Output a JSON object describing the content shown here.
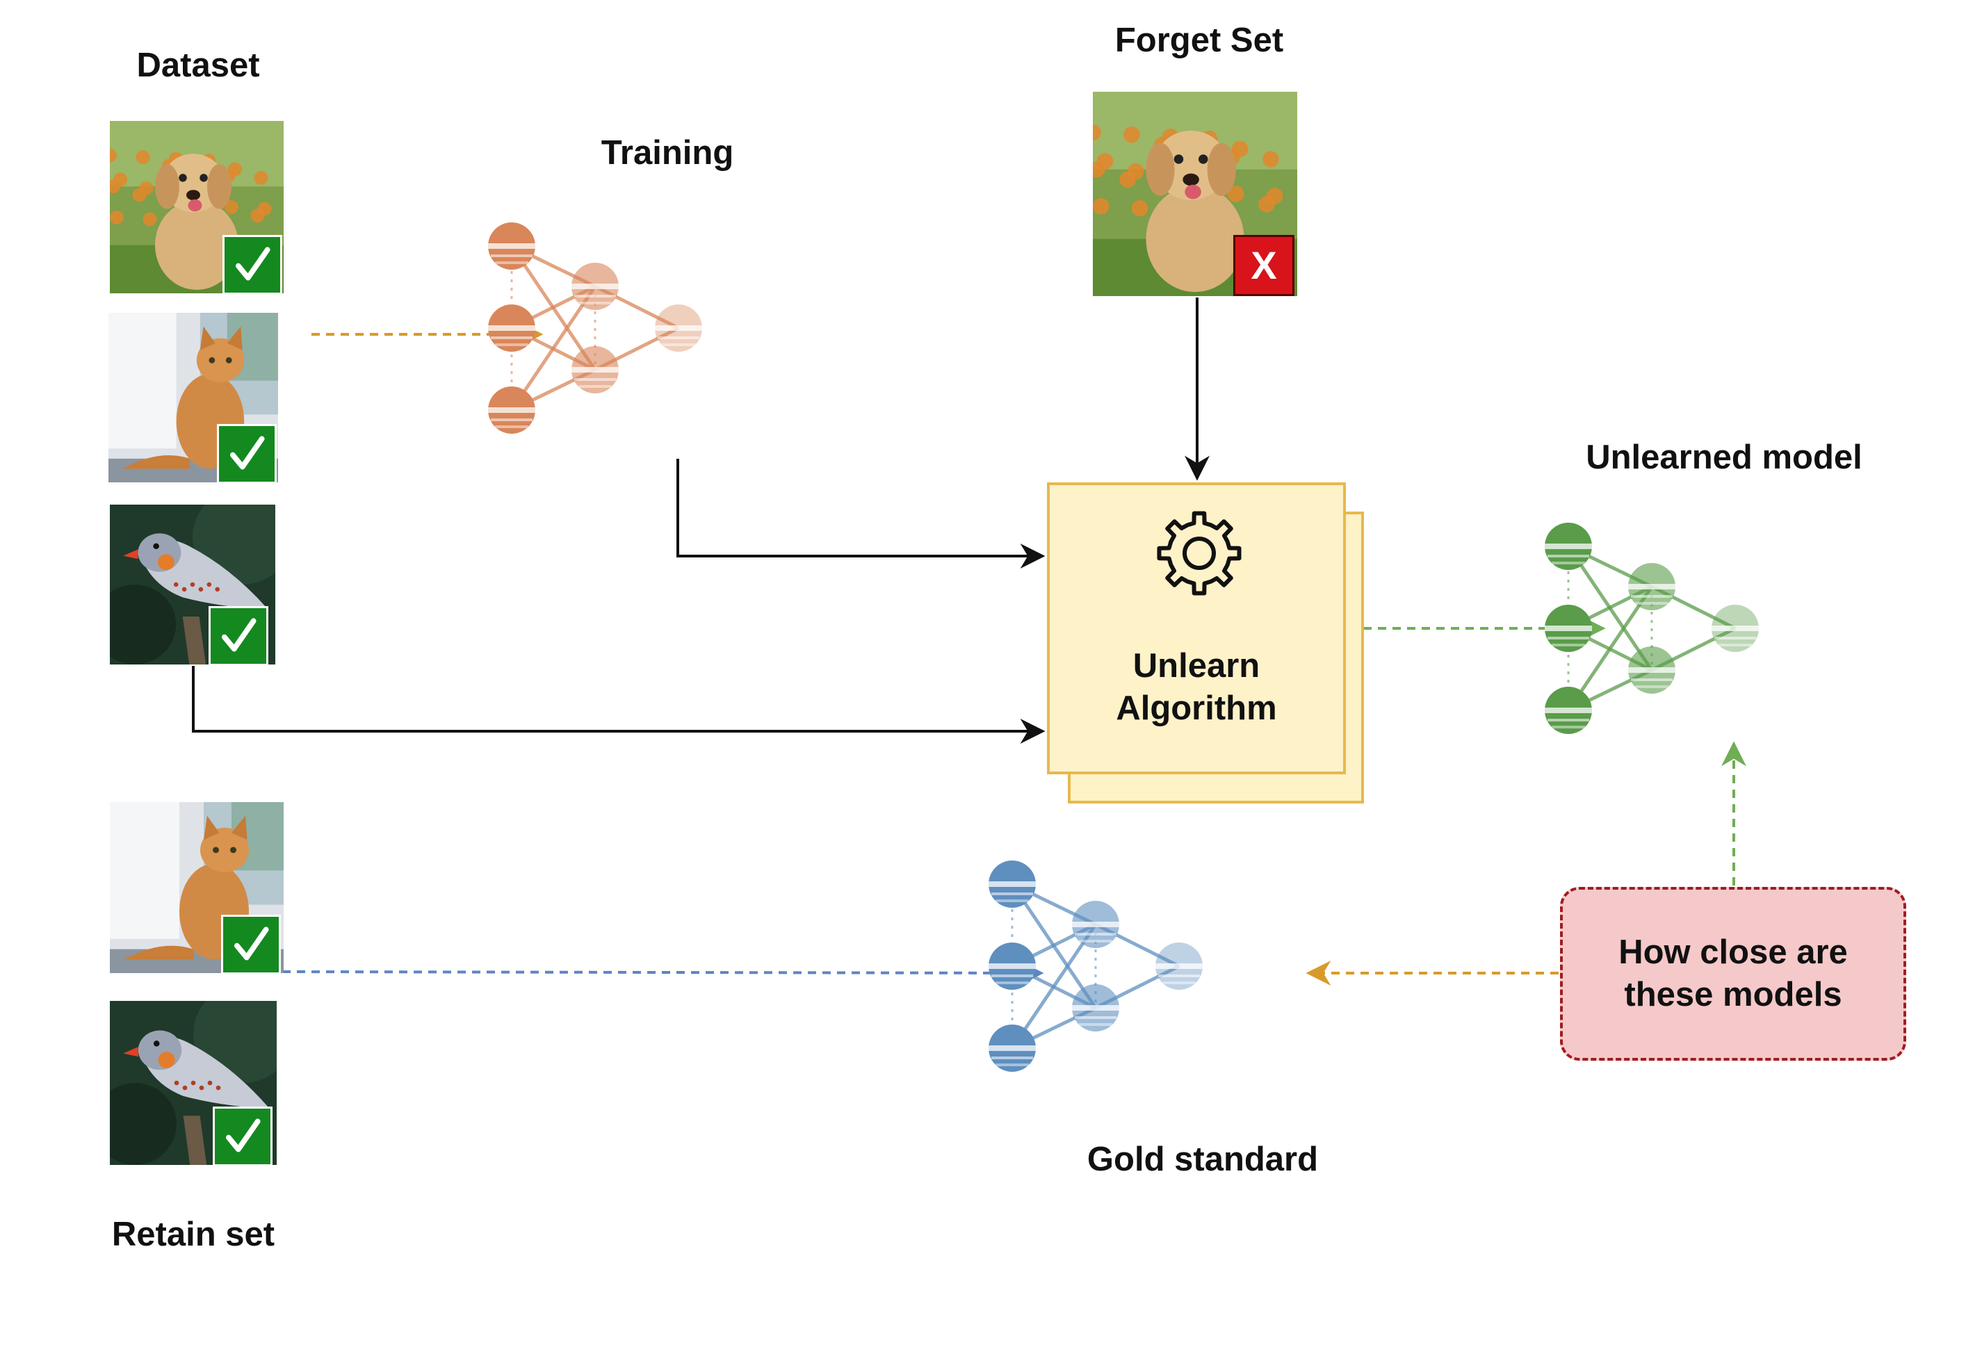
{
  "labels": {
    "dataset": "Dataset",
    "training": "Training",
    "forget_set": "Forget Set",
    "unlearned_model": "Unlearned model",
    "gold_standard": "Gold standard",
    "retain_set": "Retain set"
  },
  "algorithm": {
    "title": "Unlearn\nAlgorithm",
    "icon": "gear-icon"
  },
  "comparison_box": {
    "text": "How close are\nthese models"
  },
  "badges": {
    "check_icon": "checkmark-icon",
    "reject_text": "X"
  },
  "colors": {
    "training_net": "#d9865a",
    "unlearned_net": "#5a9c4a",
    "gold_net": "#5f8fbf",
    "orange_arrow": "#d89a2a",
    "green_arrow": "#6fae55",
    "blue_arrow": "#5d85c2",
    "algorithm_fill": "#fef2c9",
    "algorithm_border": "#e6b94d",
    "question_fill": "#f5c9c9",
    "question_border": "#a01c22",
    "check_badge": "#14891f",
    "reject_badge": "#d8141a"
  },
  "images": {
    "dataset": [
      "dog-photo",
      "cat-photo",
      "bird-photo"
    ],
    "forget_set": [
      "dog-photo"
    ],
    "retain_set": [
      "cat-photo",
      "bird-photo"
    ]
  }
}
